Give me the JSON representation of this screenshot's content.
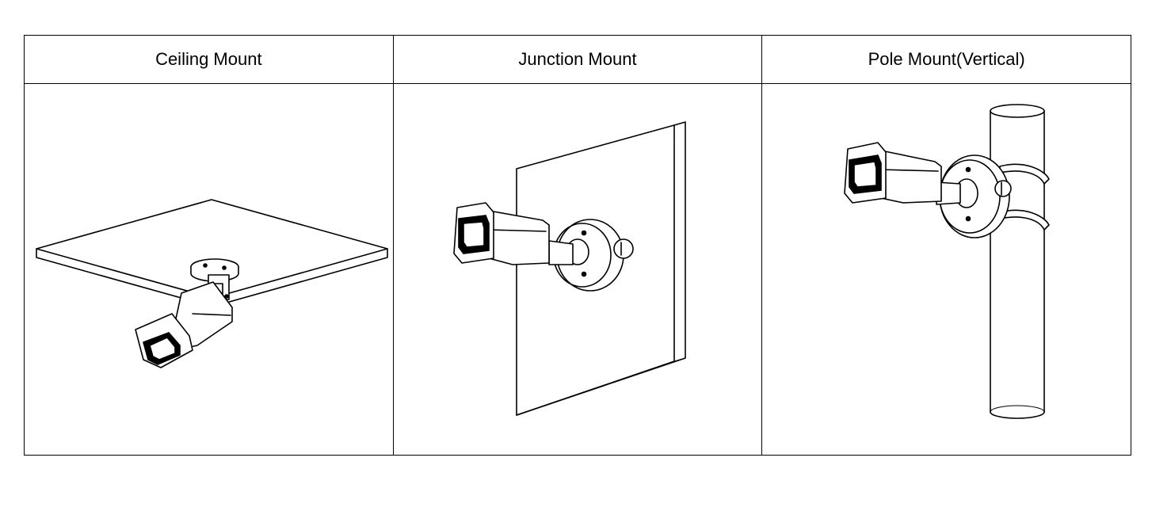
{
  "table": {
    "headers": [
      "Ceiling Mount",
      "Junction Mount",
      "Pole Mount(Vertical)"
    ]
  },
  "illustrations": [
    {
      "icon": "ceiling-mounted-bullet-camera"
    },
    {
      "icon": "junction-box-mounted-bullet-camera"
    },
    {
      "icon": "pole-mounted-bullet-camera"
    }
  ]
}
